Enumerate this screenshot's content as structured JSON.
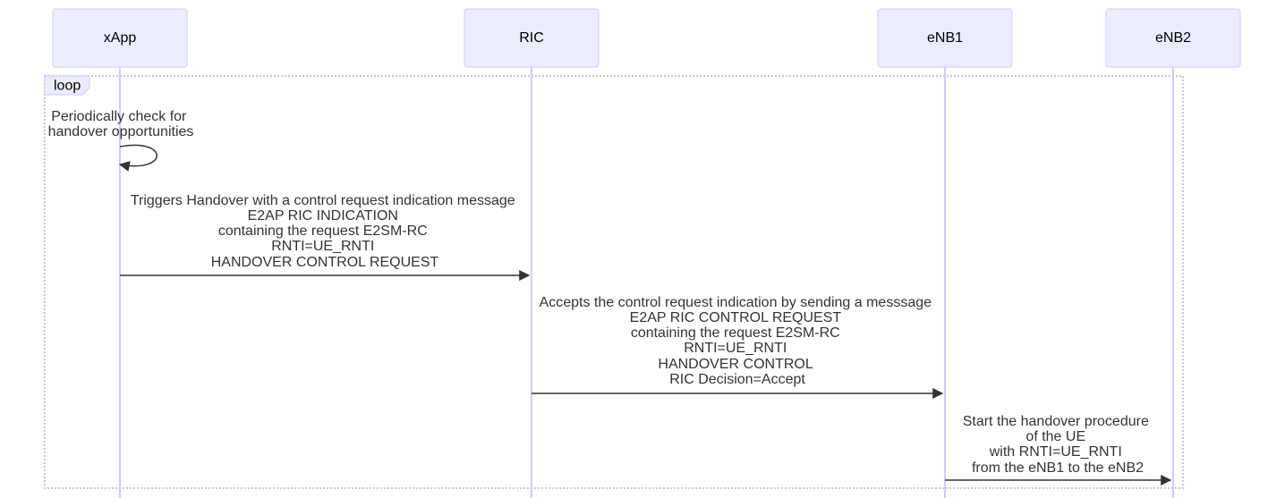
{
  "actors": [
    {
      "id": "xapp",
      "label": "xApp"
    },
    {
      "id": "ric",
      "label": "RIC"
    },
    {
      "id": "enb1",
      "label": "eNB1"
    },
    {
      "id": "enb2",
      "label": "eNB2"
    }
  ],
  "loop": {
    "label": "loop"
  },
  "messages": [
    {
      "from": "xapp",
      "to": "xapp",
      "lines": [
        "Periodically check for",
        "handover opportunities"
      ]
    },
    {
      "from": "xapp",
      "to": "ric",
      "lines": [
        "Triggers Handover with a control request indication message",
        "E2AP RIC INDICATION",
        "containing the request E2SM-RC",
        "RNTI=UE_RNTI",
        "HANDOVER CONTROL REQUEST"
      ]
    },
    {
      "from": "ric",
      "to": "enb1",
      "lines": [
        "Accepts the control request indication by sending a messsage",
        "E2AP RIC CONTROL REQUEST",
        "containing the request E2SM-RC",
        "RNTI=UE_RNTI",
        "HANDOVER CONTROL",
        "RIC Decision=Accept"
      ]
    },
    {
      "from": "enb1",
      "to": "enb2",
      "lines": [
        "Start the handover procedure",
        "of the UE",
        "with RNTI=UE_RNTI",
        "from the eNB1 to the eNB2"
      ]
    }
  ],
  "colors": {
    "actor_fill": "#ECECFF",
    "actor_stroke": "#CCCCFF",
    "lifeline": "#CCCCFF",
    "text": "#333333"
  }
}
